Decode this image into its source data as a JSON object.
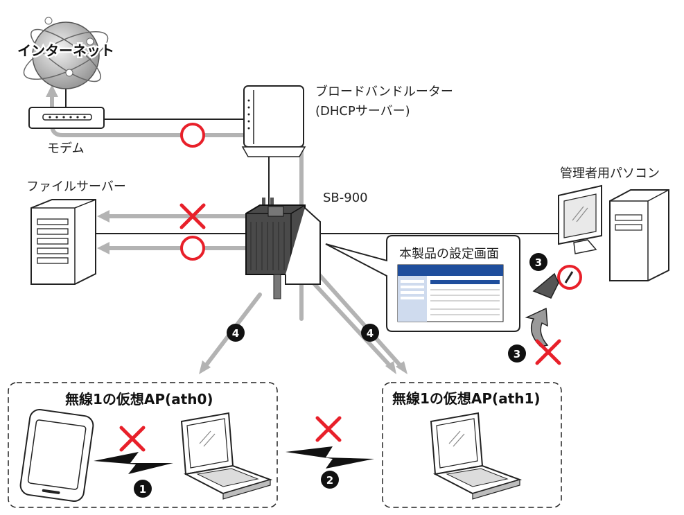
{
  "labels": {
    "internet": "インターネット",
    "router_line1": "ブロードバンドルーター",
    "router_line2": "(DHCPサーバー)",
    "modem": "モデム",
    "file_server": "ファイルサーバー",
    "device": "SB-900",
    "admin_pc": "管理者用パソコン",
    "settings_screen": "本製品の設定画面",
    "ap_ath0": "無線1の仮想AP(ath0)",
    "ap_ath1": "無線1の仮想AP(ath1)"
  },
  "step_numbers": {
    "n1": "1",
    "n2": "2",
    "n3": "3",
    "n4": "4"
  },
  "colors": {
    "allowed_mark": "#e8202a",
    "denied_mark": "#e8202a",
    "path_gray": "#aaaaaa",
    "settings_blue": "#1f4e9c"
  }
}
